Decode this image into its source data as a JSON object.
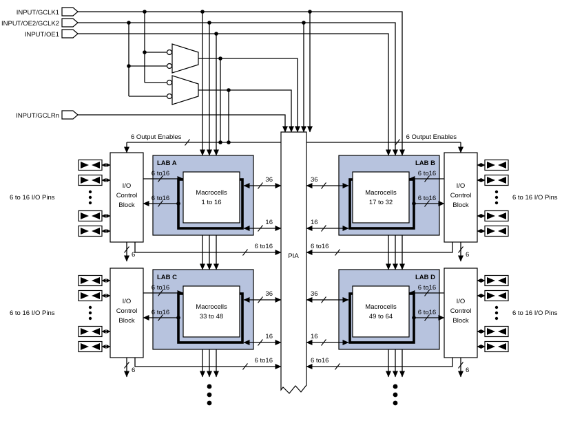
{
  "inputs": {
    "gclk1": "INPUT/GCLK1",
    "oe2gclk2": "INPUT/OE2/GCLK2",
    "oe1": "INPUT/OE1",
    "gclrn": "INPUT/GCLRn"
  },
  "oe": {
    "label": "6 Output Enables"
  },
  "pia": {
    "label": "PIA"
  },
  "io_block": {
    "l1": "I/O",
    "l2": "Control",
    "l3": "Block"
  },
  "io_pins": {
    "label": "6 to 16 I/O Pins"
  },
  "labs": {
    "a": {
      "name": "LAB A",
      "m1": "Macrocells",
      "m2": "1 to 16"
    },
    "b": {
      "name": "LAB B",
      "m1": "Macrocells",
      "m2": "17 to 32"
    },
    "c": {
      "name": "LAB C",
      "m1": "Macrocells",
      "m2": "33 to 48"
    },
    "d": {
      "name": "LAB D",
      "m1": "Macrocells",
      "m2": "49 to 64"
    }
  },
  "bus": {
    "w36": "36",
    "w16": "16",
    "w6": "6",
    "w6to16": "6 to16"
  },
  "colors": {
    "lab_fill": "#b7c3de",
    "line": "#000000"
  }
}
